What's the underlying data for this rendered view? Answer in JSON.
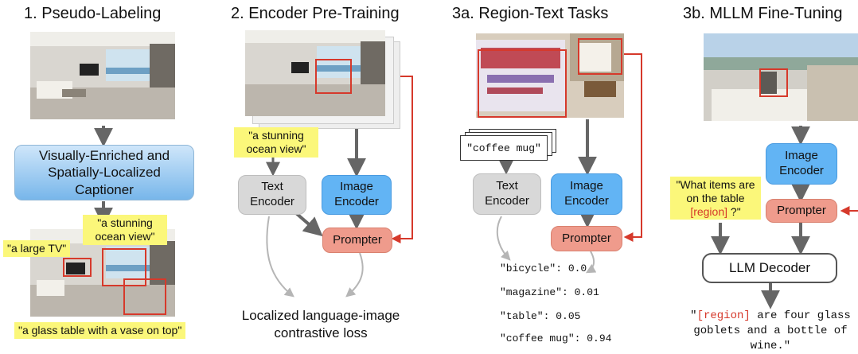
{
  "col1": {
    "title": "1. Pseudo-Labeling",
    "captioner": "Visually-Enriched and Spatially-Localized Captioner",
    "tag_ocean": "\"a stunning ocean view\"",
    "tag_tv": "\"a large TV\"",
    "tag_table": "\"a glass table with a vase on top\""
  },
  "col2": {
    "title": "2. Encoder Pre-Training",
    "tag_ocean": "\"a stunning ocean view\"",
    "text_encoder": "Text Encoder",
    "image_encoder": "Image Encoder",
    "prompter": "Prompter",
    "loss": "Localized language-image contrastive loss"
  },
  "col3": {
    "title": "3a. Region-Text Tasks",
    "doc_label": "\"coffee mug\"",
    "text_encoder": "Text Encoder",
    "image_encoder": "Image Encoder",
    "prompter": "Prompter",
    "scores": [
      "\"bicycle\": 0.0",
      "\"magazine\": 0.01",
      "\"table\": 0.05",
      "\"coffee mug\": 0.94"
    ]
  },
  "col4": {
    "title": "3b. MLLM Fine-Tuning",
    "image_encoder": "Image Encoder",
    "prompter": "Prompter",
    "question_pre": "\"What items are on the table",
    "question_region": "[region]",
    "question_post": "?\"",
    "llm": "LLM Decoder",
    "answer_open": "\"",
    "answer_region": "[region]",
    "answer_rest": " are four glass goblets and a bottle of wine.\""
  },
  "colors": {
    "arrow": "#666666",
    "red": "#d6392b",
    "blue": "#62b4f4",
    "salmon": "#ef9b8c",
    "tag": "#fbf77a"
  }
}
